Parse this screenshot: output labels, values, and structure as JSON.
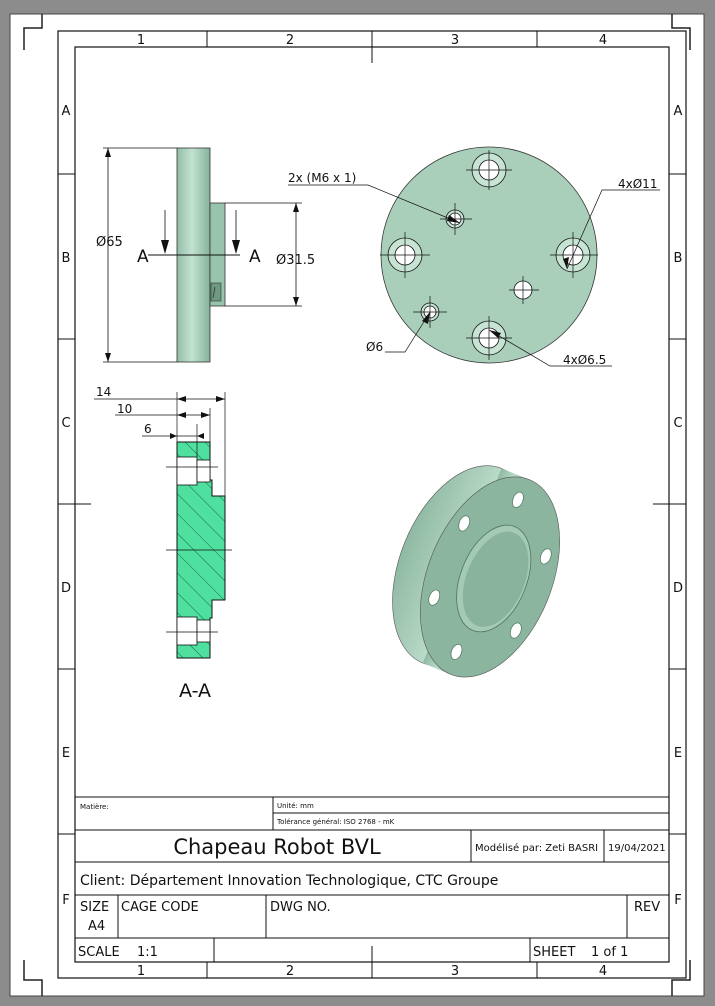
{
  "zones": {
    "columns": [
      "1",
      "2",
      "3",
      "4"
    ],
    "rows": [
      "A",
      "B",
      "C",
      "D",
      "E",
      "F"
    ]
  },
  "dimensions": {
    "side_diameter": "Ø65",
    "side_hub_diameter": "Ø31.5",
    "section_marker": "A",
    "thread_callout": "2x (M6 x 1)",
    "counterbore_callout": "4xØ11",
    "pin_hole_callout": "Ø6",
    "hole_callout": "4xØ6.5",
    "depth_14": "14",
    "depth_10": "10",
    "depth_6": "6",
    "section_label": "A-A"
  },
  "title_block": {
    "material_label": "Matière:",
    "unit_label": "Unité: mm",
    "tolerance_label": "Tolérance général: ISO 2768 - mK",
    "title": "Chapeau Robot BVL",
    "modeled_by": "Modélisé par: Zeti BASRI",
    "date": "19/04/2021",
    "client": "Client: Département Innovation Technologique, CTC Groupe",
    "size_label": "SIZE",
    "size_value": "A4",
    "cage_code_label": "CAGE CODE",
    "dwg_no_label": "DWG NO.",
    "rev_label": "REV",
    "scale_label": "SCALE",
    "scale_value": "1:1",
    "sheet_label": "SHEET",
    "sheet_value": "1 of 1"
  },
  "colors": {
    "page_background": "#8c8c8c",
    "paper": "#ffffff",
    "part_face": "#a9cfba",
    "part_dark": "#7fa993",
    "section_fill": "#4fe0a0",
    "line": "#111111"
  }
}
